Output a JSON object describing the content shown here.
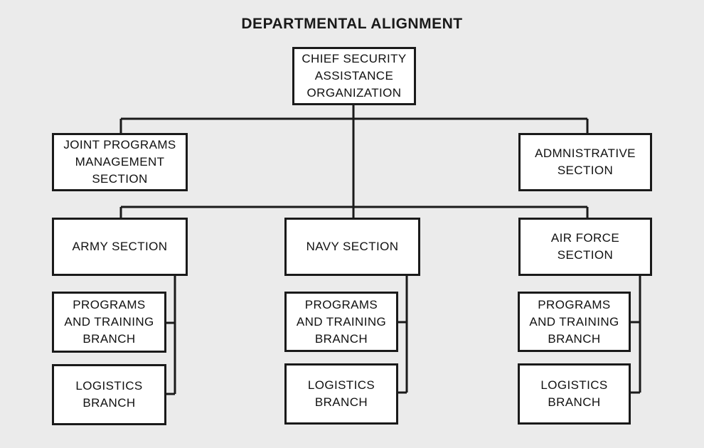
{
  "title": "DEPARTMENTAL ALIGNMENT",
  "colors": {
    "background": "#ebebeb",
    "box_fill": "#ffffff",
    "line": "#1a1a1a"
  },
  "nodes": {
    "chief": "CHIEF SECURITY\nASSISTANCE\nORGANIZATION",
    "joint": "JOINT PROGRAMS\nMANAGEMENT\nSECTION",
    "admin": "ADMNISTRATIVE\nSECTION",
    "army": "ARMY SECTION",
    "navy": "NAVY SECTION",
    "airforce": "AIR FORCE\nSECTION",
    "army_programs": "PROGRAMS\nAND TRAINING\nBRANCH",
    "army_logistics": "LOGISTICS\nBRANCH",
    "navy_programs": "PROGRAMS\nAND TRAINING\nBRANCH",
    "navy_logistics": "LOGISTICS\nBRANCH",
    "airforce_programs": "PROGRAMS\nAND TRAINING\nBRANCH",
    "airforce_logistics": "LOGISTICS\nBRANCH"
  }
}
